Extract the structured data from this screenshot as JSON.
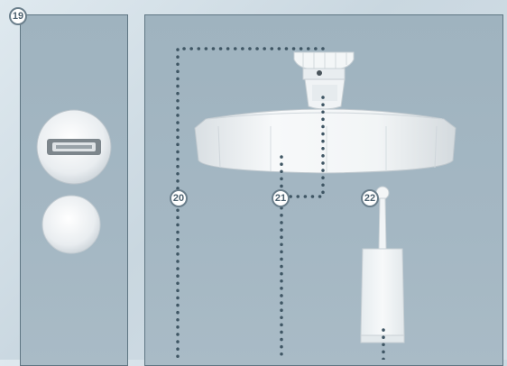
{
  "callouts": {
    "c19": "19",
    "c20": "20",
    "c21": "21",
    "c22": "22"
  },
  "colors": {
    "panel": "#a4b7c3",
    "panel_border": "#5f7683",
    "leader_dots": "#3f5664",
    "part_white": "#f4f6f7",
    "part_shade": "#d9dfe3"
  }
}
